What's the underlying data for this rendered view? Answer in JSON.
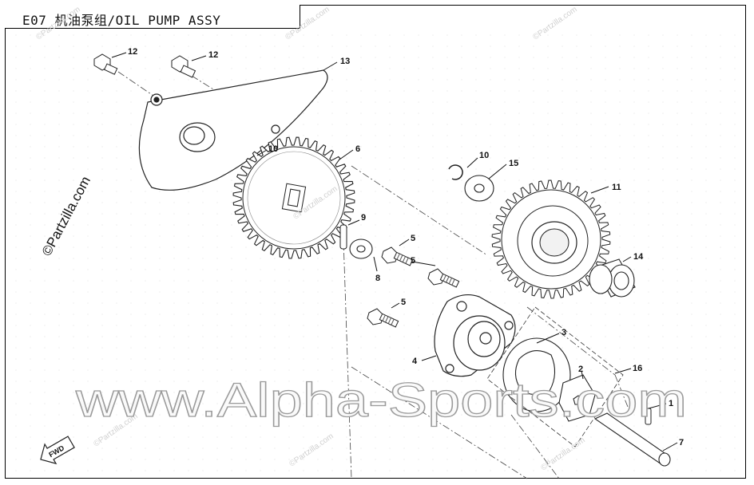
{
  "diagram": {
    "title": "E07  机油泵组/OIL PUMP ASSY",
    "side_watermark": "©Partzilla.com",
    "small_watermark": "©Partzilla.com",
    "main_watermark": "www.Alpha-Sports.com",
    "fwd_label": "FWD"
  },
  "callouts": [
    "12",
    "12",
    "13",
    "10",
    "6",
    "10",
    "15",
    "11",
    "9",
    "5",
    "5",
    "14",
    "8",
    "5",
    "4",
    "3",
    "2",
    "16",
    "1",
    "7"
  ],
  "colors": {
    "line": "#222222",
    "watermark": "#c8c8c8",
    "accent": "#111111"
  },
  "icons": {
    "fwd": "fwd-arrow-icon"
  }
}
